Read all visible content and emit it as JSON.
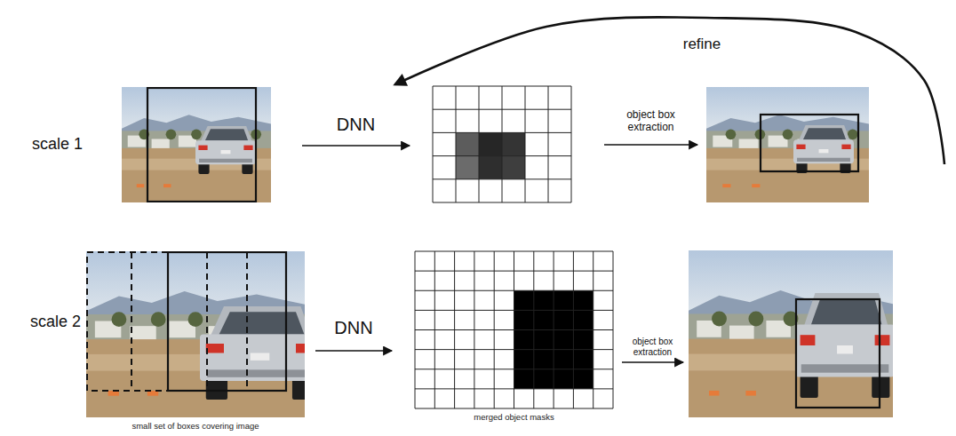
{
  "diagram": {
    "nodes": [
      {
        "text": []
      },
      {
        "text": []
      },
      {
        "text": []
      },
      {
        "text": [
          "small set of boxes covering image"
        ]
      },
      {
        "text": [
          "merged object masks"
        ]
      },
      {
        "text": []
      }
    ],
    "edges": [
      {
        "from": 0,
        "to": 1,
        "arrow": "to",
        "label": "DNN"
      },
      {
        "from": 1,
        "to": 2,
        "arrow": "to",
        "label": "object box extraction"
      },
      {
        "from": 2,
        "to": 0,
        "arrow": "to",
        "label": "refine"
      },
      {
        "from": 3,
        "to": 4,
        "arrow": "to",
        "label": "DNN"
      },
      {
        "from": 4,
        "to": 5,
        "arrow": "to",
        "label": "object box extraction"
      }
    ],
    "labels": [
      "scale 1",
      "scale 2"
    ]
  }
}
